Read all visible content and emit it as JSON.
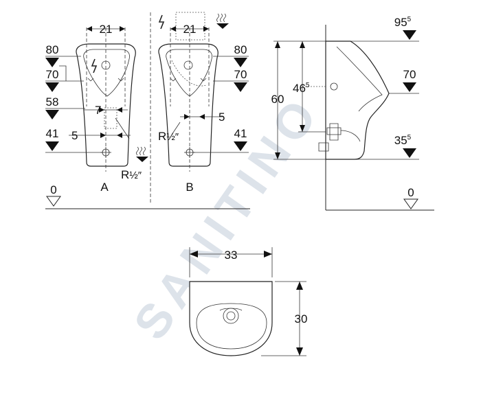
{
  "watermark": "SANITINO",
  "view_a": {
    "caption": "A",
    "width_dim": "21",
    "gap_dim": "7",
    "offset_dim": "5",
    "pipe": "R",
    "pipe_fraction": "½″",
    "level_80": "80",
    "level_70": "70",
    "level_58": "58",
    "level_41": "41"
  },
  "view_b": {
    "caption": "B",
    "width_dim": "21",
    "offset_dim": "5",
    "pipe": "R",
    "pipe_fraction": "½″",
    "level_80": "80",
    "level_70": "70",
    "level_41": "41"
  },
  "floor_left": "0",
  "floor_right": "0",
  "side_view": {
    "height_total": "60",
    "height_inlet": "46",
    "height_inlet_sup": "5",
    "level_top": "95",
    "level_top_sup": "5",
    "level_70": "70",
    "level_outlet": "35",
    "level_outlet_sup": "5"
  },
  "top_view": {
    "width": "33",
    "depth": "30"
  }
}
